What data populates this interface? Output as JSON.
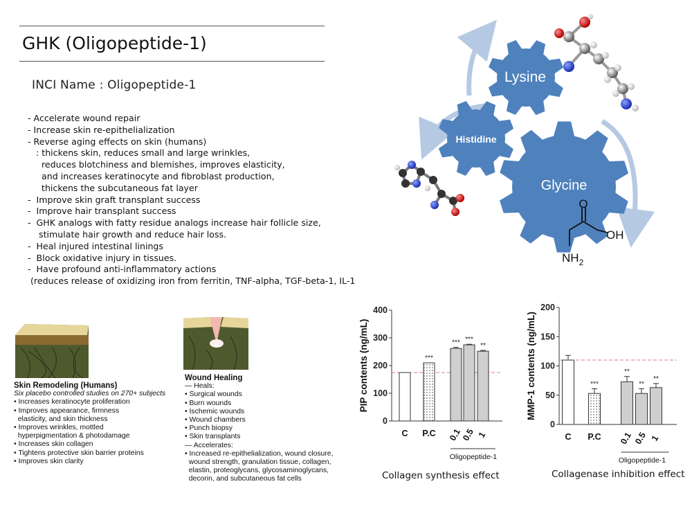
{
  "header": {
    "title": "GHK (Oligopeptide-1)",
    "inci": "INCI Name : Oligopeptide-1"
  },
  "benefits": [
    "- Accelerate wound repair",
    "- Increase skin re-epithelialization",
    "- Reverse aging effects on skin (humans)",
    "   : thickens skin, reduces small and large wrinkles,",
    "     reduces blotchiness and blemishes, improves elasticity,",
    "     and increases keratinocyte and fibroblast production,",
    "     thickens the subcutaneous fat layer",
    "-  Improve skin graft transplant success",
    "-  Improve hair transplant success",
    "-  GHK analogs with fatty residue analogs increase hair follicle size,",
    "    stimulate hair growth and reduce hair loss.",
    "-  Heal injured intestinal linings",
    "-  Block oxidative injury in tissues.",
    "-  Have profound anti-inflammatory actions",
    " (reduces release of oxidizing iron from ferritin, TNF-alpha, TGF-beta-1, IL-1"
  ],
  "diagram": {
    "gears": [
      "Lysine",
      "Histidine",
      "Glycine"
    ],
    "formula": {
      "carbonyl_o": "O",
      "hydroxyl": "OH",
      "amine": "NH",
      "amine_sub": "2"
    },
    "colors": {
      "gear": "#4f81bd",
      "arrow": "#b6c9e3"
    }
  },
  "skin_remodeling": {
    "heading": "Skin Remodeling (Humans)",
    "subtitle": "Six placebo controlled studies on 270+ subjects",
    "items": [
      "• Increases keratinocyte proliferation",
      "• Improves appearance, firmness",
      "  elasticity, and skin thickness",
      "• Improves wrinkles, mottled",
      "  hyperpigmentation & photodamage",
      "• Increases skin collagen",
      "• Tightens protective skin barrier proteins",
      "• Improves skin clarity"
    ]
  },
  "wound_healing": {
    "heading": "Wound Healing",
    "items": [
      "— Heals:",
      "• Surgical wounds",
      "• Burn wounds",
      "• Ischemic wounds",
      "• Wound chambers",
      "• Punch biopsy",
      "",
      "• Skin transplants",
      "— Accelerates:",
      "• Increased re-epithelialization, wound closure,",
      "  wound strength, granulation tissue, collagen,",
      "  elastin, proteoglycans, glycosaminoglycans,",
      "  decorin, and subcutaneous fat cells"
    ]
  },
  "chart_data": [
    {
      "type": "bar",
      "title": "Collagen synthesis effect",
      "ylabel": "PIP contents (ng/mL)",
      "group_label": "Oligopeptide-1",
      "categories": [
        "C",
        "P.C",
        "0.1",
        "0.5",
        "1"
      ],
      "values": [
        175,
        210,
        262,
        275,
        252
      ],
      "errors": [
        0,
        0,
        4,
        2,
        3
      ],
      "significance": [
        "",
        "***",
        "***",
        "***",
        "**"
      ],
      "ylim": [
        0,
        400
      ],
      "yticks": [
        "0",
        "100",
        "200",
        "300",
        "400"
      ],
      "reference_line": 175
    },
    {
      "type": "bar",
      "title": "Collagenase inhibition effect",
      "ylabel": "MMP-1 contents (ng/mL)",
      "group_label": "Oligopeptide-1",
      "categories": [
        "C",
        "P.C",
        "0.1",
        "0.5",
        "1"
      ],
      "values": [
        110,
        53,
        73,
        53,
        63
      ],
      "errors": [
        8,
        8,
        9,
        8,
        7
      ],
      "significance": [
        "",
        "***",
        "**",
        "**",
        "**"
      ],
      "ylim": [
        0,
        200
      ],
      "yticks": [
        "0",
        "50",
        "100",
        "150",
        "200"
      ],
      "reference_line": 110
    }
  ]
}
